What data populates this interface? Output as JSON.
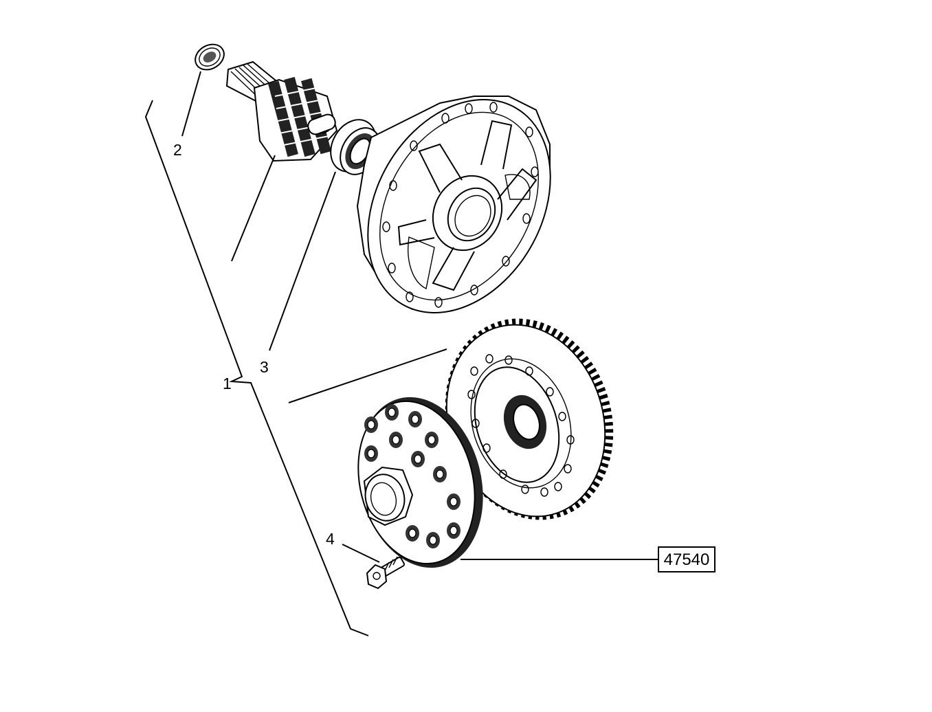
{
  "callouts": {
    "item_1": "1",
    "item_2": "2",
    "item_3": "3",
    "item_4": "4"
  },
  "reference_number": "47540",
  "parts": [
    {
      "name": "seal-ring-icon"
    },
    {
      "name": "pinion-gear-shaft-icon"
    },
    {
      "name": "bearing-icon"
    },
    {
      "name": "differential-housing-icon"
    },
    {
      "name": "crown-ring-gear-icon"
    },
    {
      "name": "differential-carrier-icon"
    },
    {
      "name": "bolt-icon"
    }
  ]
}
